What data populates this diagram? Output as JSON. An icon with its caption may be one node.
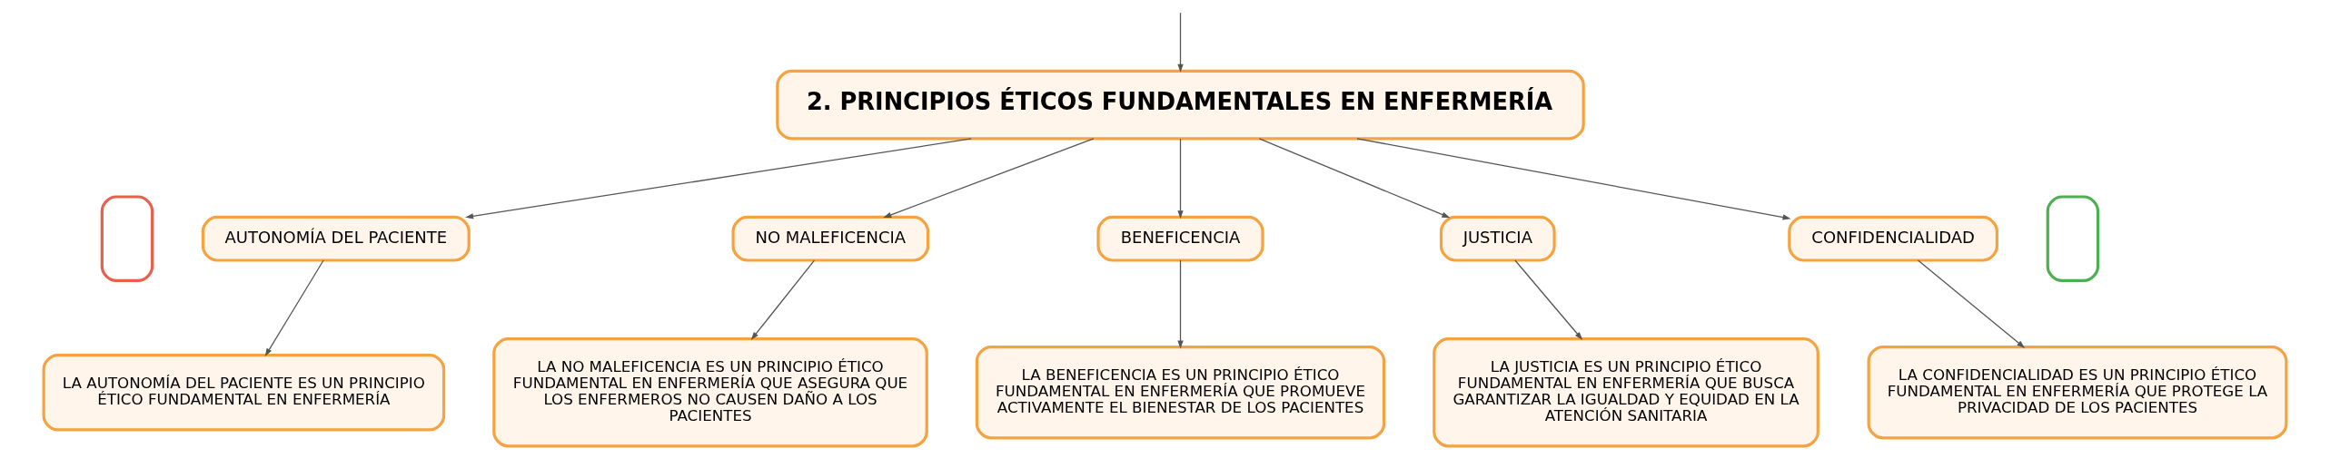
{
  "diagram": {
    "nodes": [
      {
        "text": [
          "2. PRINCIPIOS ÉTICOS FUNDAMENTALES EN ENFERMERÍA"
        ]
      },
      {
        "text": [
          "AUTONOMÍA DEL PACIENTE"
        ]
      },
      {
        "text": [
          "NO MALEFICENCIA"
        ]
      },
      {
        "text": [
          "BENEFICENCIA"
        ]
      },
      {
        "text": [
          "JUSTICIA"
        ]
      },
      {
        "text": [
          "CONFIDENCIALIDAD"
        ]
      },
      {
        "text": [
          "LA AUTONOMÍA DEL PACIENTE ES UN PRINCIPIO ÉTICO FUNDAMENTAL EN ENFERMERÍA"
        ]
      },
      {
        "text": [
          "LA NO MALEFICENCIA ES UN PRINCIPIO ÉTICO FUNDAMENTAL EN ENFERMERÍA QUE ASEGURA QUE LOS ENFERMEROS NO CAUSEN DAÑO A LOS PACIENTES"
        ]
      },
      {
        "text": [
          "LA BENEFICENCIA ES UN PRINCIPIO ÉTICO FUNDAMENTAL EN ENFERMERÍA QUE PROMUEVE ACTIVAMENTE EL BIENESTAR DE LOS PACIENTES"
        ]
      },
      {
        "text": [
          "LA JUSTICIA ES UN PRINCIPIO ÉTICO FUNDAMENTAL EN ENFERMERÍA QUE BUSCA GARANTIZAR LA IGUALDAD Y EQUIDAD EN LA ATENCIÓN SANITARIA"
        ]
      },
      {
        "text": [
          "LA CONFIDENCIALIDAD ES UN PRINCIPIO ÉTICO FUNDAMENTAL EN ENFERMERÍA QUE PROTEGE LA PRIVACIDAD DE LOS PACIENTES"
        ]
      },
      {
        "text": [],
        "shape": "box"
      },
      {
        "text": [],
        "shape": "box"
      }
    ],
    "edges": [
      {
        "from": null,
        "to": 0,
        "arrow": "to"
      },
      {
        "from": 0,
        "to": 1,
        "arrow": "to"
      },
      {
        "from": 0,
        "to": 2,
        "arrow": "to"
      },
      {
        "from": 0,
        "to": 3,
        "arrow": "to"
      },
      {
        "from": 0,
        "to": 4,
        "arrow": "to"
      },
      {
        "from": 0,
        "to": 5,
        "arrow": "to"
      },
      {
        "from": 1,
        "to": 6,
        "arrow": "to"
      },
      {
        "from": 2,
        "to": 7,
        "arrow": "to"
      },
      {
        "from": 3,
        "to": 8,
        "arrow": "to"
      },
      {
        "from": 4,
        "to": 9,
        "arrow": "to"
      },
      {
        "from": 5,
        "to": 10,
        "arrow": "to"
      }
    ]
  }
}
